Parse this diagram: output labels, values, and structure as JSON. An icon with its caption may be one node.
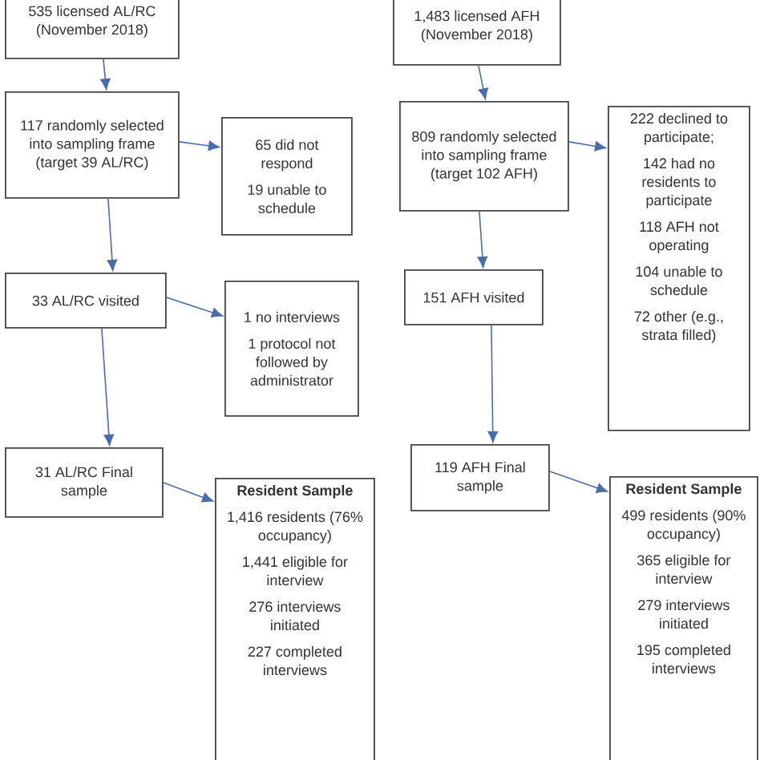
{
  "diagram": {
    "nodes": [
      {
        "text": [
          "535 licensed AL/RC (November 2018)"
        ]
      },
      {
        "text": [
          "117 randomly selected into sampling frame (target 39 AL/RC)"
        ]
      },
      {
        "text": [
          "65 did not respond",
          "19 unable to schedule"
        ]
      },
      {
        "text": [
          "33 AL/RC visited"
        ]
      },
      {
        "text": [
          "1 no interviews",
          "1 protocol not followed by administrator"
        ]
      },
      {
        "text": [
          "31 AL/RC Final sample"
        ]
      },
      {
        "text": [
          "Resident Sample",
          "1,416 residents (76% occupancy)",
          "1,441 eligible for interview",
          "276 interviews initiated",
          "227 completed interviews"
        ]
      },
      {
        "text": [
          "1,483 licensed AFH (November 2018)"
        ]
      },
      {
        "text": [
          "809 randomly selected into sampling frame (target 102 AFH)"
        ]
      },
      {
        "text": [
          "222 declined to participate;",
          "142 had no residents to participate",
          "118 AFH not operating",
          "104 unable to schedule",
          "72 other (e.g., strata filled)"
        ]
      },
      {
        "text": [
          "151 AFH visited"
        ]
      },
      {
        "text": [
          "119 AFH Final sample"
        ]
      },
      {
        "text": [
          "Resident Sample",
          "499 residents (90% occupancy)",
          "365 eligible for interview",
          "279 interviews initiated",
          "195 completed interviews"
        ]
      }
    ],
    "edges": [
      {
        "from": 0,
        "to": 1,
        "arrow": "to"
      },
      {
        "from": 1,
        "to": 2,
        "arrow": "to"
      },
      {
        "from": 1,
        "to": 3,
        "arrow": "to"
      },
      {
        "from": 3,
        "to": 4,
        "arrow": "to"
      },
      {
        "from": 3,
        "to": 5,
        "arrow": "to"
      },
      {
        "from": 5,
        "to": 6,
        "arrow": "to"
      },
      {
        "from": 7,
        "to": 8,
        "arrow": "to"
      },
      {
        "from": 8,
        "to": 9,
        "arrow": "to"
      },
      {
        "from": 8,
        "to": 10,
        "arrow": "to"
      },
      {
        "from": 10,
        "to": 11,
        "arrow": "to"
      },
      {
        "from": 11,
        "to": 12,
        "arrow": "to"
      }
    ]
  }
}
